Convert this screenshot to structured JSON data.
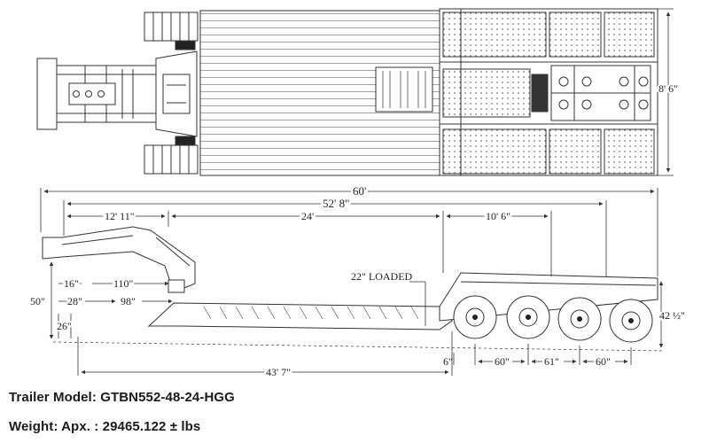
{
  "plan_view": {
    "dims": {
      "width": "8' 6\""
    }
  },
  "side_view": {
    "dims": {
      "overall": "60'",
      "deck_to_axles": "52' 8\"",
      "gooseneck": "12' 11\"",
      "well": "24'",
      "rear_deck": "10' 6\"",
      "loaded_height": "22\" LOADED",
      "ramp_width": "16\"",
      "kingpin_depth": "110\"",
      "kingpin_offset": "28\"",
      "kingpin_span": "98\"",
      "neck_height": "50\"",
      "neck_drop": "26\"",
      "well_length": "43' 7\"",
      "deck_height": "42 ½\"",
      "rear_offset": "6\"",
      "axle_spread_1": "60\"",
      "axle_spread_2": "61\"",
      "axle_spread_3": "60\""
    }
  },
  "specs": {
    "model": "Trailer Model: GTBN552-48-24-HGG",
    "weight": "Weight: Apx. : 29465.122 ± lbs"
  }
}
